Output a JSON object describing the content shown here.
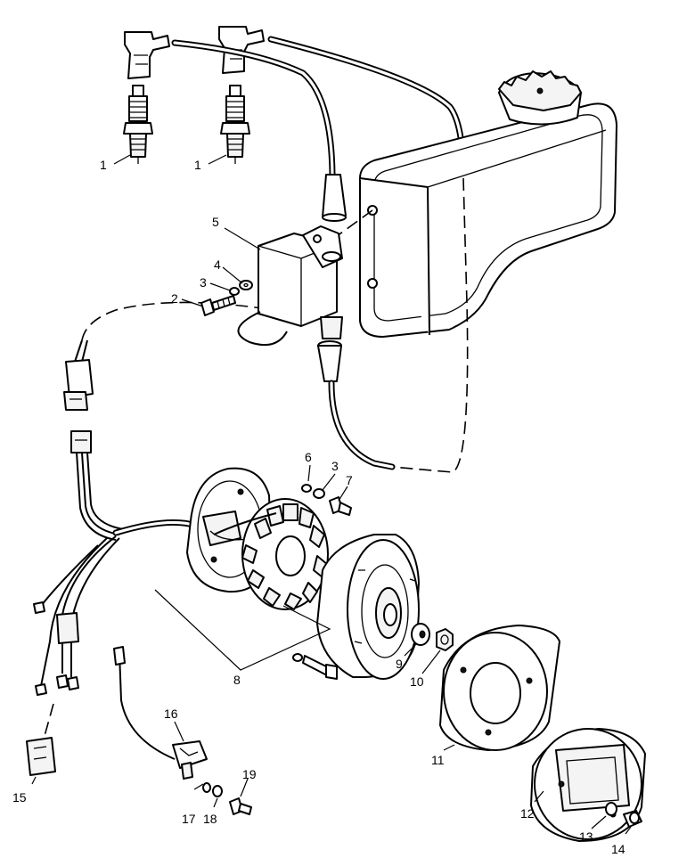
{
  "diagram": {
    "callouts": {
      "c1a": "1",
      "c1b": "1",
      "c2": "2",
      "c3a": "3",
      "c3b": "3",
      "c4": "4",
      "c5": "5",
      "c6": "6",
      "c7": "7",
      "c8": "8",
      "c9": "9",
      "c10": "10",
      "c11": "11",
      "c12": "12",
      "c13": "13",
      "c14": "14",
      "c15": "15",
      "c16": "16",
      "c17": "17",
      "c18": "18",
      "c19": "19"
    }
  }
}
